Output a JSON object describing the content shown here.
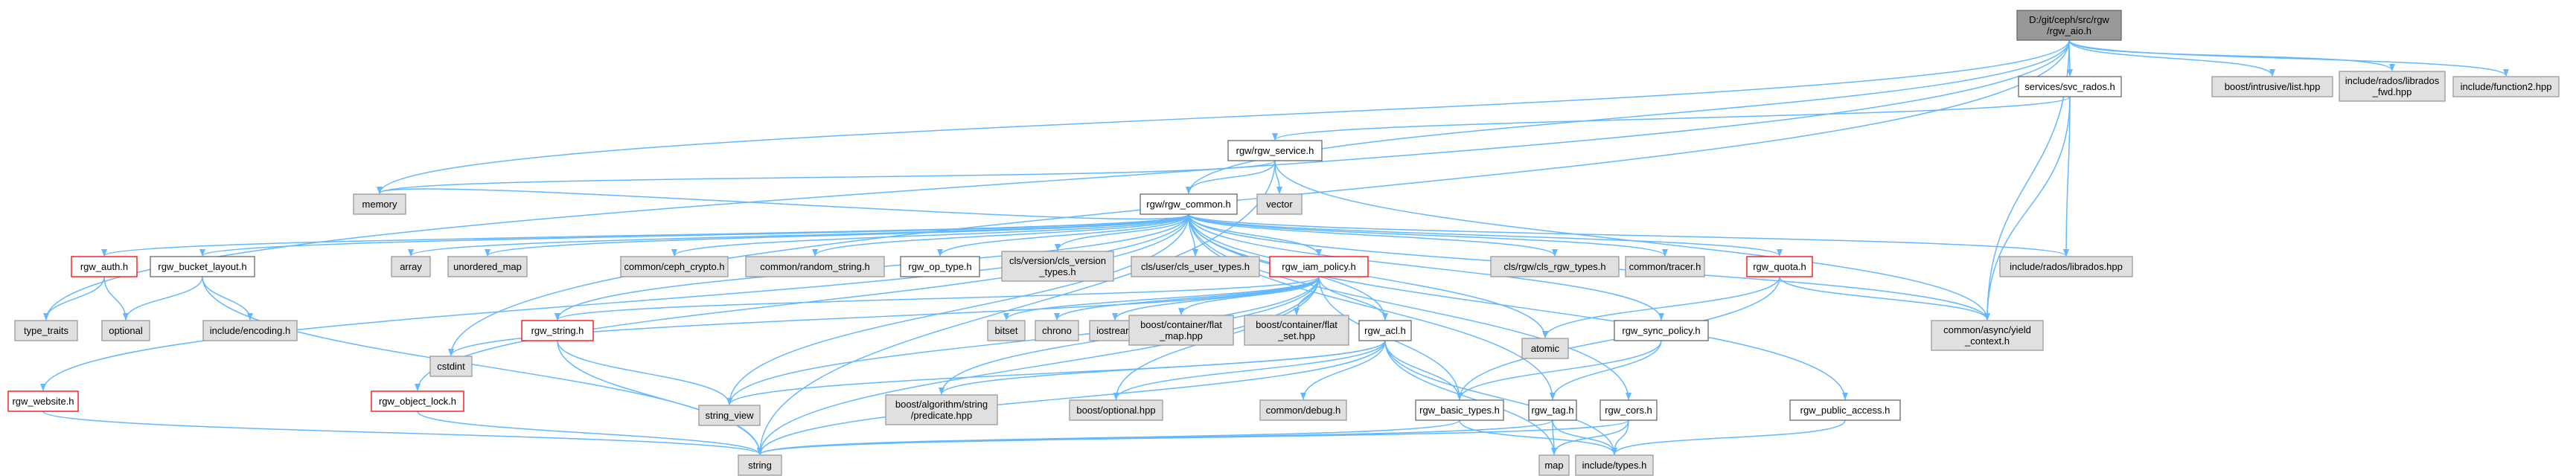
{
  "colors": {
    "edge": "#63b8ff",
    "root_fill": "#999999",
    "root_border": "#666666",
    "local_fill": "#ffffff",
    "local_border": "#666666",
    "system_fill": "#e0e0e0",
    "system_border": "#999999",
    "truncated_border": "#ff0000"
  },
  "nodes": [
    {
      "id": "rgw_aio",
      "lines": [
        "D:/git/ceph/src/rgw",
        "/rgw_aio.h"
      ],
      "kind": "root"
    },
    {
      "id": "svc_rados",
      "lines": [
        "services/svc_rados.h"
      ],
      "kind": "local"
    },
    {
      "id": "intrusive",
      "lines": [
        "boost/intrusive/list.hpp"
      ],
      "kind": "system"
    },
    {
      "id": "librados_fwd",
      "lines": [
        "include/rados/librados",
        "_fwd.hpp"
      ],
      "kind": "system"
    },
    {
      "id": "function2",
      "lines": [
        "include/function2.hpp"
      ],
      "kind": "system"
    },
    {
      "id": "rgw_service",
      "lines": [
        "rgw/rgw_service.h"
      ],
      "kind": "local"
    },
    {
      "id": "memory",
      "lines": [
        "memory"
      ],
      "kind": "system"
    },
    {
      "id": "vector",
      "lines": [
        "vector"
      ],
      "kind": "system"
    },
    {
      "id": "rgw_common",
      "lines": [
        "rgw/rgw_common.h"
      ],
      "kind": "local"
    },
    {
      "id": "rgw_auth",
      "lines": [
        "rgw_auth.h"
      ],
      "kind": "truncated"
    },
    {
      "id": "rgw_bucket_layout",
      "lines": [
        "rgw_bucket_layout.h"
      ],
      "kind": "local"
    },
    {
      "id": "array",
      "lines": [
        "array"
      ],
      "kind": "system"
    },
    {
      "id": "unordered_map",
      "lines": [
        "unordered_map"
      ],
      "kind": "system"
    },
    {
      "id": "ceph_crypto",
      "lines": [
        "common/ceph_crypto.h"
      ],
      "kind": "system"
    },
    {
      "id": "random_string",
      "lines": [
        "common/random_string.h"
      ],
      "kind": "system"
    },
    {
      "id": "rgw_op_type",
      "lines": [
        "rgw_op_type.h"
      ],
      "kind": "local"
    },
    {
      "id": "cls_version",
      "lines": [
        "cls/version/cls_version",
        "_types.h"
      ],
      "kind": "system"
    },
    {
      "id": "cls_user",
      "lines": [
        "cls/user/cls_user_types.h"
      ],
      "kind": "system"
    },
    {
      "id": "rgw_iam_policy",
      "lines": [
        "rgw_iam_policy.h"
      ],
      "kind": "truncated"
    },
    {
      "id": "cls_rgw_types",
      "lines": [
        "cls/rgw/cls_rgw_types.h"
      ],
      "kind": "system"
    },
    {
      "id": "tracer",
      "lines": [
        "common/tracer.h"
      ],
      "kind": "system"
    },
    {
      "id": "rgw_quota",
      "lines": [
        "rgw_quota.h"
      ],
      "kind": "truncated"
    },
    {
      "id": "librados",
      "lines": [
        "include/rados/librados.hpp"
      ],
      "kind": "system"
    },
    {
      "id": "yield_context",
      "lines": [
        "common/async/yield",
        "_context.h"
      ],
      "kind": "system"
    },
    {
      "id": "type_traits",
      "lines": [
        "type_traits"
      ],
      "kind": "system"
    },
    {
      "id": "optional",
      "lines": [
        "optional"
      ],
      "kind": "system"
    },
    {
      "id": "include_encoding",
      "lines": [
        "include/encoding.h"
      ],
      "kind": "system"
    },
    {
      "id": "cstdint",
      "lines": [
        "cstdint"
      ],
      "kind": "system"
    },
    {
      "id": "rgw_string",
      "lines": [
        "rgw_string.h"
      ],
      "kind": "truncated"
    },
    {
      "id": "bitset",
      "lines": [
        "bitset"
      ],
      "kind": "system"
    },
    {
      "id": "chrono",
      "lines": [
        "chrono"
      ],
      "kind": "system"
    },
    {
      "id": "iostream",
      "lines": [
        "iostream"
      ],
      "kind": "system"
    },
    {
      "id": "flat_map",
      "lines": [
        "boost/container/flat",
        "_map.hpp"
      ],
      "kind": "system"
    },
    {
      "id": "flat_set",
      "lines": [
        "boost/container/flat",
        "_set.hpp"
      ],
      "kind": "system"
    },
    {
      "id": "rgw_acl",
      "lines": [
        "rgw_acl.h"
      ],
      "kind": "local"
    },
    {
      "id": "atomic",
      "lines": [
        "atomic"
      ],
      "kind": "system"
    },
    {
      "id": "rgw_sync_policy",
      "lines": [
        "rgw_sync_policy.h"
      ],
      "kind": "local"
    },
    {
      "id": "rgw_website",
      "lines": [
        "rgw_website.h"
      ],
      "kind": "truncated"
    },
    {
      "id": "rgw_object_lock",
      "lines": [
        "rgw_object_lock.h"
      ],
      "kind": "truncated"
    },
    {
      "id": "string_view",
      "lines": [
        "string_view"
      ],
      "kind": "system"
    },
    {
      "id": "predicate",
      "lines": [
        "boost/algorithm/string",
        "/predicate.hpp"
      ],
      "kind": "system"
    },
    {
      "id": "boost_optional",
      "lines": [
        "boost/optional.hpp"
      ],
      "kind": "system"
    },
    {
      "id": "common_debug",
      "lines": [
        "common/debug.h"
      ],
      "kind": "system"
    },
    {
      "id": "rgw_basic_types",
      "lines": [
        "rgw_basic_types.h"
      ],
      "kind": "local"
    },
    {
      "id": "rgw_tag",
      "lines": [
        "rgw_tag.h"
      ],
      "kind": "local"
    },
    {
      "id": "rgw_cors",
      "lines": [
        "rgw_cors.h"
      ],
      "kind": "local"
    },
    {
      "id": "rgw_public_access",
      "lines": [
        "rgw_public_access.h"
      ],
      "kind": "local"
    },
    {
      "id": "string",
      "lines": [
        "string"
      ],
      "kind": "system"
    },
    {
      "id": "map",
      "lines": [
        "map"
      ],
      "kind": "system"
    },
    {
      "id": "include_types",
      "lines": [
        "include/types.h"
      ],
      "kind": "system"
    }
  ],
  "edges": [
    [
      "rgw_aio",
      "svc_rados"
    ],
    [
      "rgw_aio",
      "intrusive"
    ],
    [
      "rgw_aio",
      "librados_fwd"
    ],
    [
      "rgw_aio",
      "function2"
    ],
    [
      "rgw_aio",
      "rgw_common"
    ],
    [
      "rgw_aio",
      "memory"
    ],
    [
      "rgw_aio",
      "type_traits"
    ],
    [
      "rgw_aio",
      "cstdint"
    ],
    [
      "rgw_aio",
      "yield_context"
    ],
    [
      "svc_rados",
      "rgw_service"
    ],
    [
      "svc_rados",
      "librados"
    ],
    [
      "svc_rados",
      "yield_context"
    ],
    [
      "rgw_service",
      "memory"
    ],
    [
      "rgw_service",
      "vector"
    ],
    [
      "rgw_service",
      "rgw_common"
    ],
    [
      "rgw_service",
      "string"
    ],
    [
      "rgw_service",
      "yield_context"
    ],
    [
      "rgw_common",
      "rgw_auth"
    ],
    [
      "rgw_common",
      "rgw_bucket_layout"
    ],
    [
      "rgw_common",
      "array"
    ],
    [
      "rgw_common",
      "unordered_map"
    ],
    [
      "rgw_common",
      "ceph_crypto"
    ],
    [
      "rgw_common",
      "random_string"
    ],
    [
      "rgw_common",
      "rgw_op_type"
    ],
    [
      "rgw_common",
      "cls_version"
    ],
    [
      "rgw_common",
      "cls_user"
    ],
    [
      "rgw_common",
      "rgw_iam_policy"
    ],
    [
      "rgw_common",
      "cls_rgw_types"
    ],
    [
      "rgw_common",
      "tracer"
    ],
    [
      "rgw_common",
      "rgw_quota"
    ],
    [
      "rgw_common",
      "librados"
    ],
    [
      "rgw_common",
      "yield_context"
    ],
    [
      "rgw_common",
      "rgw_website"
    ],
    [
      "rgw_common",
      "rgw_object_lock"
    ],
    [
      "rgw_common",
      "rgw_string"
    ],
    [
      "rgw_common",
      "string_view"
    ],
    [
      "rgw_common",
      "rgw_acl"
    ],
    [
      "rgw_common",
      "atomic"
    ],
    [
      "rgw_common",
      "rgw_sync_policy"
    ],
    [
      "rgw_common",
      "rgw_tag"
    ],
    [
      "rgw_common",
      "rgw_cors"
    ],
    [
      "rgw_common",
      "rgw_public_access"
    ],
    [
      "rgw_common",
      "memory"
    ],
    [
      "rgw_auth",
      "type_traits"
    ],
    [
      "rgw_auth",
      "optional"
    ],
    [
      "rgw_bucket_layout",
      "optional"
    ],
    [
      "rgw_bucket_layout",
      "include_encoding"
    ],
    [
      "rgw_bucket_layout",
      "string"
    ],
    [
      "rgw_iam_policy",
      "cstdint"
    ],
    [
      "rgw_iam_policy",
      "rgw_string"
    ],
    [
      "rgw_iam_policy",
      "bitset"
    ],
    [
      "rgw_iam_policy",
      "chrono"
    ],
    [
      "rgw_iam_policy",
      "iostream"
    ],
    [
      "rgw_iam_policy",
      "flat_map"
    ],
    [
      "rgw_iam_policy",
      "flat_set"
    ],
    [
      "rgw_iam_policy",
      "rgw_acl"
    ],
    [
      "rgw_iam_policy",
      "string_view"
    ],
    [
      "rgw_iam_policy",
      "predicate"
    ],
    [
      "rgw_iam_policy",
      "boost_optional"
    ],
    [
      "rgw_iam_policy",
      "rgw_basic_types"
    ],
    [
      "rgw_iam_policy",
      "string"
    ],
    [
      "rgw_quota",
      "atomic"
    ],
    [
      "rgw_quota",
      "yield_context"
    ],
    [
      "rgw_quota",
      "rgw_basic_types"
    ],
    [
      "rgw_string",
      "string_view"
    ],
    [
      "rgw_string",
      "string"
    ],
    [
      "rgw_acl",
      "string_view"
    ],
    [
      "rgw_acl",
      "predicate"
    ],
    [
      "rgw_acl",
      "boost_optional"
    ],
    [
      "rgw_acl",
      "common_debug"
    ],
    [
      "rgw_acl",
      "rgw_basic_types"
    ],
    [
      "rgw_acl",
      "string"
    ],
    [
      "rgw_acl",
      "map"
    ],
    [
      "rgw_acl",
      "include_types"
    ],
    [
      "rgw_sync_policy",
      "rgw_basic_types"
    ],
    [
      "rgw_sync_policy",
      "rgw_tag"
    ],
    [
      "rgw_website",
      "string"
    ],
    [
      "rgw_object_lock",
      "string"
    ],
    [
      "rgw_basic_types",
      "string"
    ],
    [
      "rgw_basic_types",
      "include_types"
    ],
    [
      "rgw_tag",
      "string"
    ],
    [
      "rgw_tag",
      "map"
    ],
    [
      "rgw_tag",
      "include_types"
    ],
    [
      "rgw_cors",
      "string"
    ],
    [
      "rgw_cors",
      "map"
    ],
    [
      "rgw_cors",
      "include_types"
    ],
    [
      "rgw_public_access",
      "include_types"
    ]
  ]
}
